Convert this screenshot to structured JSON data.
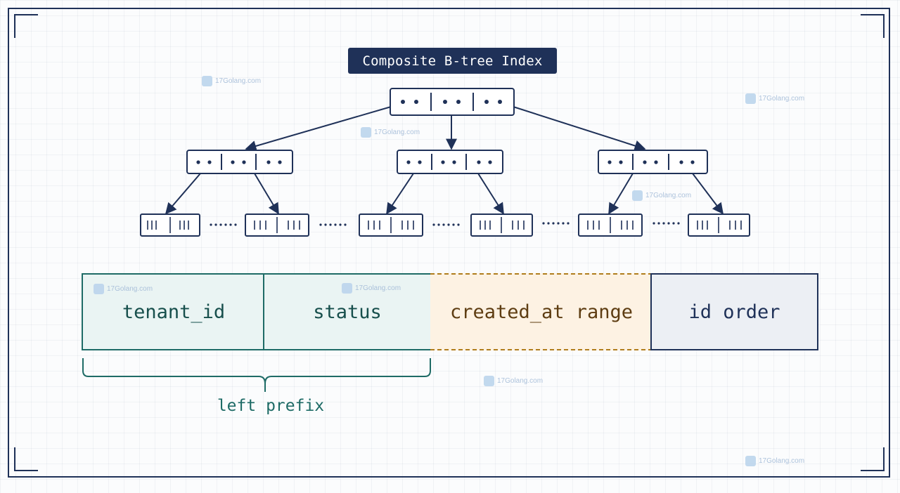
{
  "diagram": {
    "title": "Composite B-tree Index",
    "index_columns": [
      {
        "label": "tenant_id",
        "role": "prefix"
      },
      {
        "label": "status",
        "role": "prefix"
      },
      {
        "label": "created_at range",
        "role": "range"
      },
      {
        "label": "id order",
        "role": "order"
      }
    ],
    "prefix_label": "left prefix",
    "colors": {
      "navy": "#1f3158",
      "prefix_border": "#1e6b66",
      "prefix_fill": "#eaf4f3",
      "range_border": "#b07d1c",
      "range_fill": "#fdf2e3",
      "order_fill": "#eceff4"
    }
  },
  "watermark": {
    "text": "17Golang.com",
    "icon": "logo-icon"
  }
}
